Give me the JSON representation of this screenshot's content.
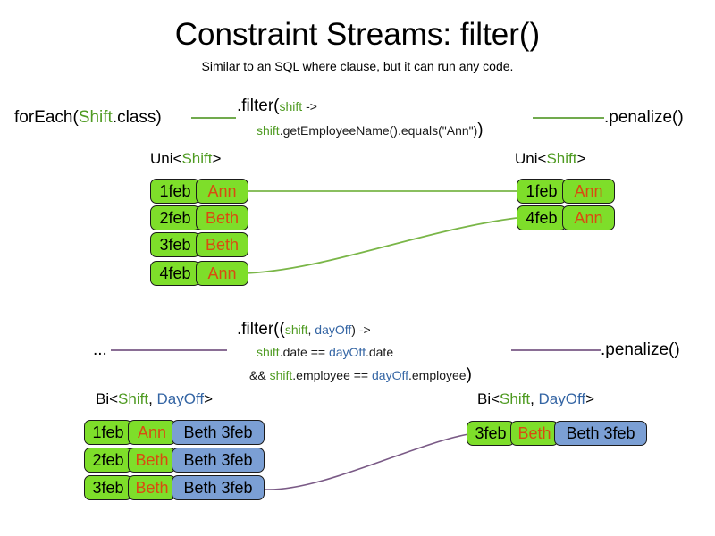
{
  "slide": {
    "title": "Constraint Streams: filter()",
    "subtitle": "Similar to an SQL where clause, but it can run any code."
  },
  "colors": {
    "shift_green": "#7ede2a",
    "dayoff_blue": "#7b9fd4",
    "employee_text": "#d94b11",
    "token_green": "#4f9b22",
    "token_blue": "#3465a4",
    "connector_green": "#7ab648",
    "connector_purple": "#7a5a86",
    "card_border": "#1b1b1b"
  },
  "uni_section": {
    "source_label": {
      "prefix": "forEach(",
      "type": "Shift",
      "suffix": ".class)"
    },
    "filter": {
      "line1": {
        "head": ".filter(",
        "param": "shift",
        "arrow": " ->"
      },
      "line2": {
        "var": "shift",
        "expr": ".getEmployeeName().equals(\"Ann\")",
        "close": ")"
      }
    },
    "terminal_label": ".penalize()",
    "input_stream": {
      "label_prefix": "Uni<",
      "label_type": "Shift",
      "label_suffix": ">",
      "rows": [
        {
          "date": "1feb",
          "employee": "Ann"
        },
        {
          "date": "2feb",
          "employee": "Beth"
        },
        {
          "date": "3feb",
          "employee": "Beth"
        },
        {
          "date": "4feb",
          "employee": "Ann"
        }
      ]
    },
    "output_stream": {
      "label_prefix": "Uni<",
      "label_type": "Shift",
      "label_suffix": ">",
      "rows": [
        {
          "date": "1feb",
          "employee": "Ann"
        },
        {
          "date": "4feb",
          "employee": "Ann"
        }
      ]
    }
  },
  "bi_section": {
    "source_label": "...",
    "filter": {
      "line1": {
        "head": ".filter((",
        "param1": "shift",
        "comma": ", ",
        "param2": "dayOff",
        "arrow": ") ->"
      },
      "line2": {
        "var1": "shift",
        "mid1": ".date == ",
        "var2": "dayOff",
        "mid2": ".date"
      },
      "line3": {
        "pre": "&& ",
        "var1": "shift",
        "mid1": ".employee == ",
        "var2": "dayOff",
        "mid2": ".employee",
        "close": ")"
      }
    },
    "terminal_label": ".penalize()",
    "input_stream": {
      "label_prefix": "Bi<",
      "label_type1": "Shift",
      "label_comma": ", ",
      "label_type2": "DayOff",
      "label_suffix": ">",
      "rows": [
        {
          "date": "1feb",
          "employee": "Ann",
          "dayoff": "Beth 3feb"
        },
        {
          "date": "2feb",
          "employee": "Beth",
          "dayoff": "Beth 3feb"
        },
        {
          "date": "3feb",
          "employee": "Beth",
          "dayoff": "Beth 3feb"
        }
      ]
    },
    "output_stream": {
      "label_prefix": "Bi<",
      "label_type1": "Shift",
      "label_comma": ", ",
      "label_type2": "DayOff",
      "label_suffix": ">",
      "rows": [
        {
          "date": "3feb",
          "employee": "Beth",
          "dayoff": "Beth 3feb"
        }
      ]
    }
  }
}
